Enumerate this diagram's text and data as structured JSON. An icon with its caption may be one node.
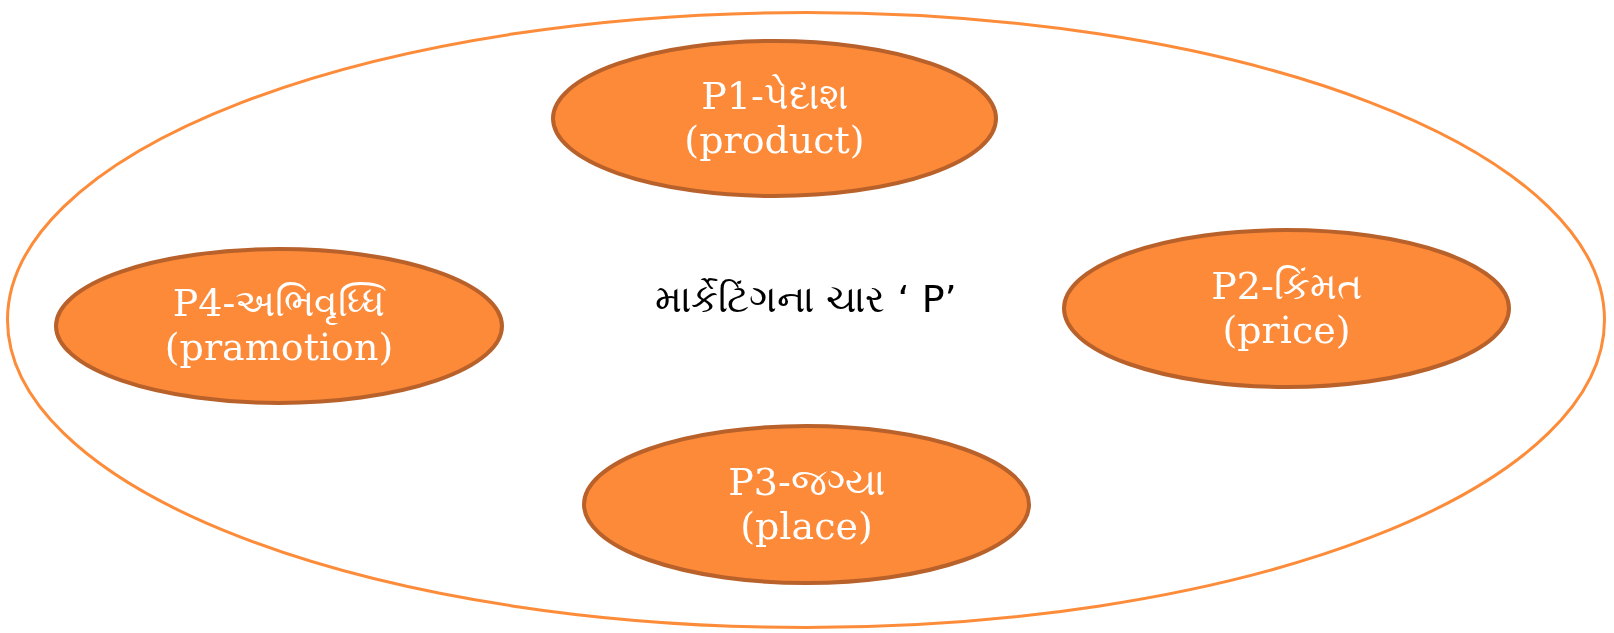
{
  "diagram": {
    "nodes": [
      {
        "text": [
          "માર્કેટિંગના ચાર ‘ P’"
        ]
      },
      {
        "text": [
          "P1-પેદાશ",
          "(product)"
        ],
        "in": 0
      },
      {
        "text": [
          "P4-અભિવૃધ્ધિ",
          "(pramotion)"
        ],
        "in": 0
      },
      {
        "text": [
          "P2-કિંમત",
          "(price)"
        ],
        "in": 0
      },
      {
        "text": [
          "P3-જગ્યા",
          "(place)"
        ],
        "in": 0
      }
    ]
  }
}
